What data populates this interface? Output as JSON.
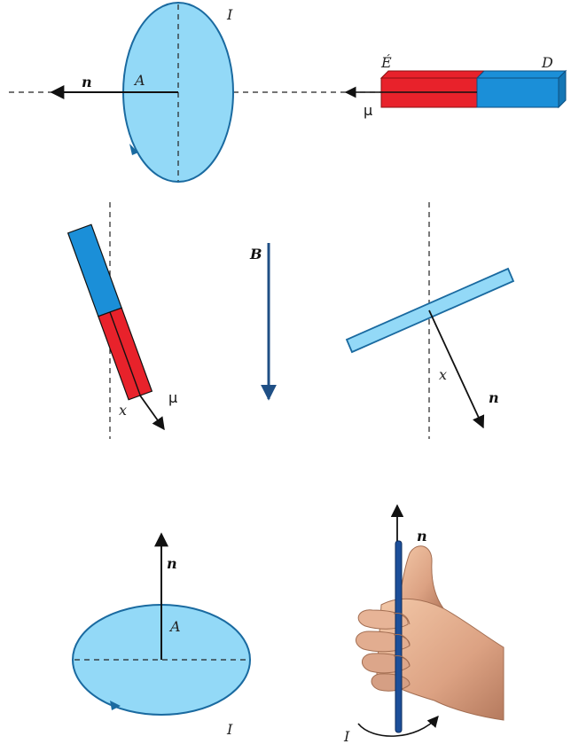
{
  "colors": {
    "loop_fill": "#93d9f7",
    "loop_stroke": "#1a6aa0",
    "magnet_red": "#e8222b",
    "magnet_blue": "#1b8fd8",
    "field_arrow": "#1f4f85",
    "ink": "#111111"
  },
  "panel_top": {
    "current_label": "I",
    "area_label": "A",
    "normal_label": "n",
    "moment_label": "μ",
    "pole_e_label": "É",
    "pole_d_label": "D"
  },
  "panel_middle": {
    "field_label": "B",
    "moment_label": "μ",
    "angle_label_left": "x",
    "angle_label_right": "x",
    "normal_label": "n"
  },
  "panel_bottom": {
    "normal_label_left": "n",
    "area_label": "A",
    "current_label_left": "I",
    "normal_label_right": "n",
    "current_label_right": "I"
  },
  "icons": [
    "right-hand-grip-icon"
  ]
}
